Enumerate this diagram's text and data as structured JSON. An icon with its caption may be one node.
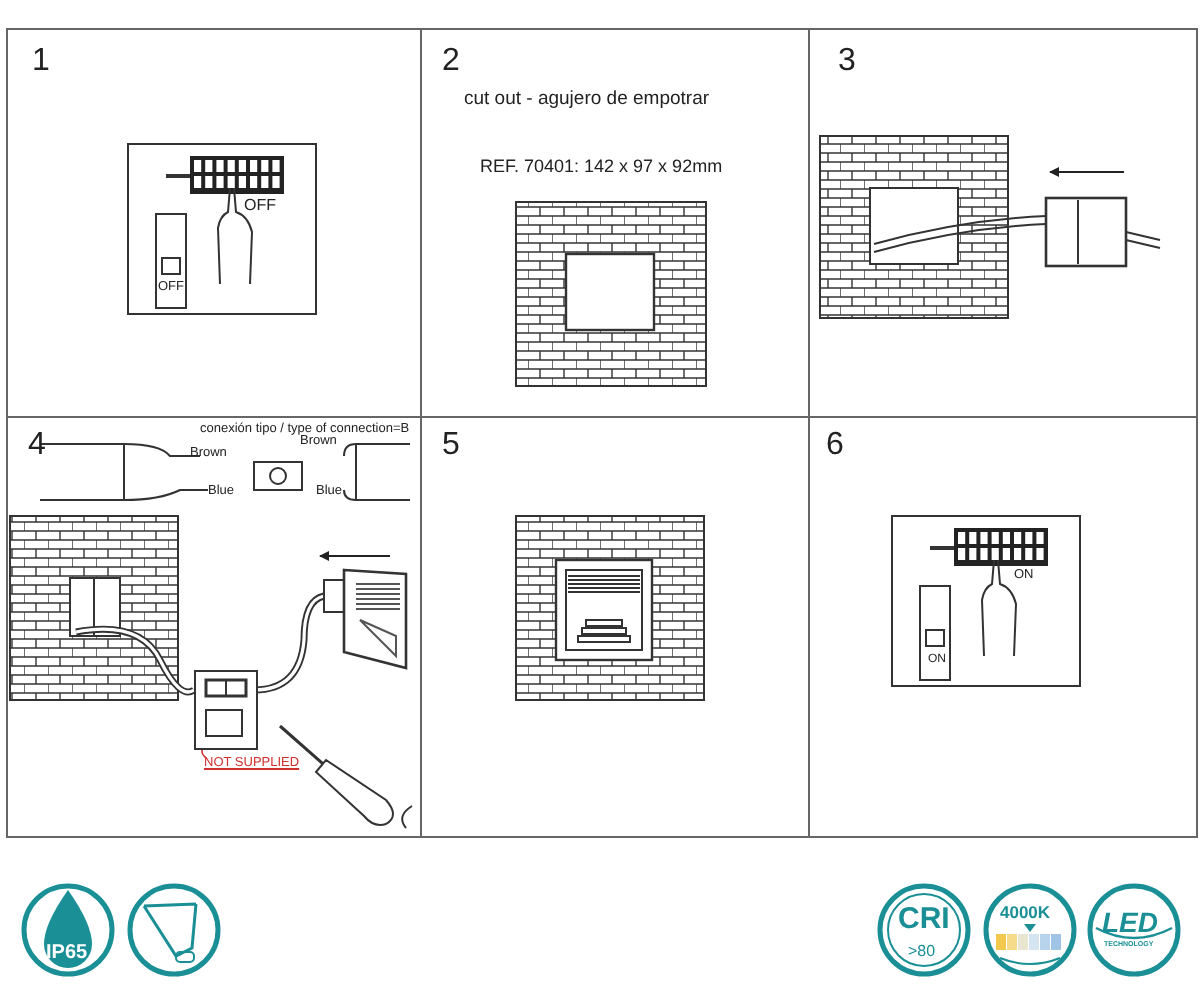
{
  "diagram": {
    "nodes": [
      {
        "text": [
          "1"
        ]
      },
      {
        "text": [
          "2",
          "cut out - agujero de empotrar",
          "REF. 70401: 142 x 97 x 92mm"
        ]
      },
      {
        "text": [
          "3"
        ]
      },
      {
        "text": [
          "4",
          "conexión tipo / type of connection=B"
        ]
      },
      {
        "text": [
          "5"
        ]
      },
      {
        "text": [
          "6"
        ]
      },
      {
        "text": [
          "NOT SUPPLIED"
        ],
        "in": 3
      },
      {
        "text": [],
        "shape": "box",
        "in": 3
      }
    ],
    "edges": [
      {
        "from": 6,
        "to": 7,
        "arrow": "none",
        "color": "#d0312d"
      }
    ],
    "labels": [
      "OFF",
      "OFF",
      "Brown",
      "Blue",
      "Brown",
      "Blue",
      "ON",
      "ON",
      "IP65",
      "CRI",
      ">80",
      "4000K",
      "LED",
      "TECHNOLOGY"
    ]
  }
}
